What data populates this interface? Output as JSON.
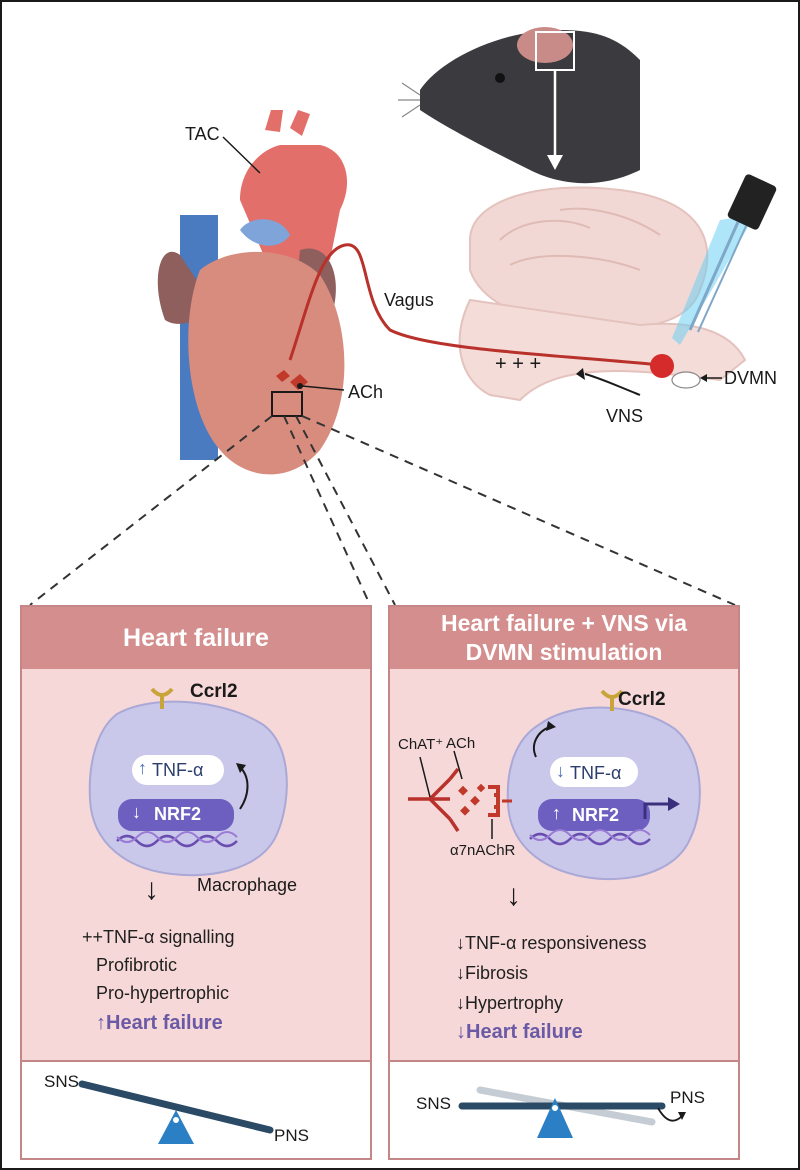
{
  "top": {
    "tac_label": "TAC",
    "vagus_label": "Vagus",
    "ach_label": "ACh",
    "vns_label": "VNS",
    "dvmn_label": "DVMN",
    "plus_signs": "+  +  +"
  },
  "left_panel": {
    "title": "Heart failure",
    "receptor": "Ccrl2",
    "tnf": "TNF-α",
    "nrf2": "NRF2",
    "cell_label": "Macrophage",
    "effects": [
      "++TNF-α signalling",
      "Profibrotic",
      "Pro-hypertrophic"
    ],
    "outcome": "↑Heart failure",
    "balance": {
      "high": "SNS",
      "low": "PNS"
    }
  },
  "right_panel": {
    "title_line1": "Heart failure + VNS via",
    "title_line2": "DVMN stimulation",
    "receptor": "Ccrl2",
    "tnf": "TNF-α",
    "nrf2": "NRF2",
    "chat": "ChAT⁺",
    "ach": "ACh",
    "a7": "α7nAChR",
    "effects": [
      "↓TNF-α responsiveness",
      "↓Fibrosis",
      "↓Hypertrophy"
    ],
    "outcome": "↓Heart failure",
    "balance": {
      "left": "SNS",
      "right": "PNS"
    }
  },
  "colors": {
    "panel_header": "#d48e8e",
    "panel_bg": "#f7d8d8",
    "macrophage": "#c9c8ea",
    "nrf2_bar": "#6c5fc0",
    "seesaw_beam": "#2b4a66",
    "fulcrum": "#2b7fc4",
    "nerve": "#b8312a"
  }
}
